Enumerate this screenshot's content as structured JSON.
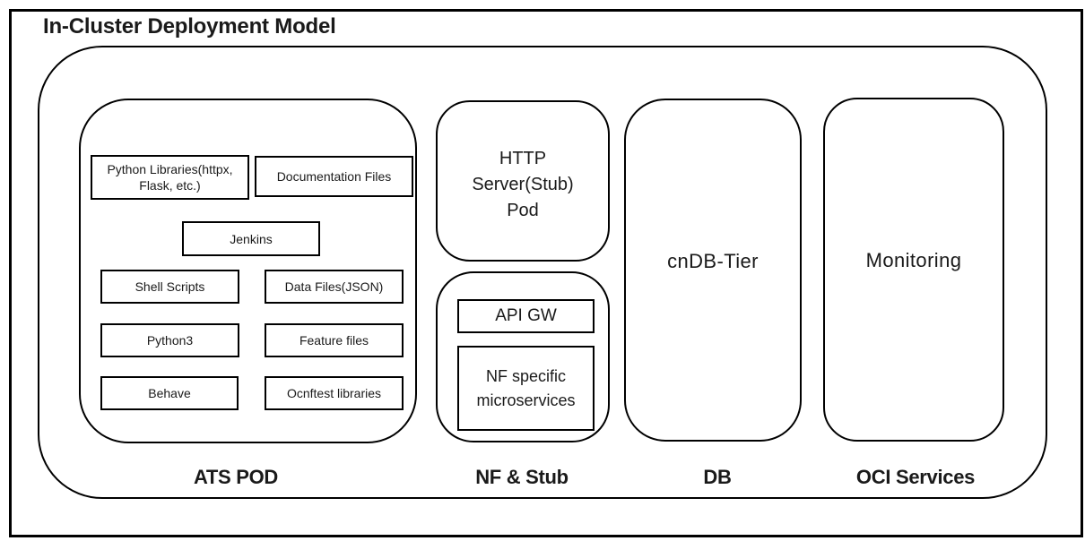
{
  "title": "In-Cluster Deployment Model",
  "colors": {
    "line": "#000000",
    "background": "#ffffff",
    "text": "#1a1a1a"
  },
  "sections": {
    "ats_pod": {
      "label": "ATS POD",
      "boxes": {
        "python_libraries": "Python Libraries(httpx, Flask, etc.)",
        "documentation_files": "Documentation Files",
        "jenkins": "Jenkins",
        "shell_scripts": "Shell Scripts",
        "data_files": "Data Files(JSON)",
        "python3": "Python3",
        "feature_files": "Feature files",
        "behave": "Behave",
        "ocnftest_libraries": "Ocnftest libraries"
      }
    },
    "nf_stub": {
      "label": "NF & Stub",
      "http_server_pod": "HTTP Server(Stub) Pod",
      "api_gw": "API GW",
      "nf_microservices": "NF specific microservices"
    },
    "db": {
      "label": "DB",
      "cndb_tier": "cnDB-Tier"
    },
    "oci": {
      "label": "OCI Services",
      "monitoring": "Monitoring"
    }
  }
}
